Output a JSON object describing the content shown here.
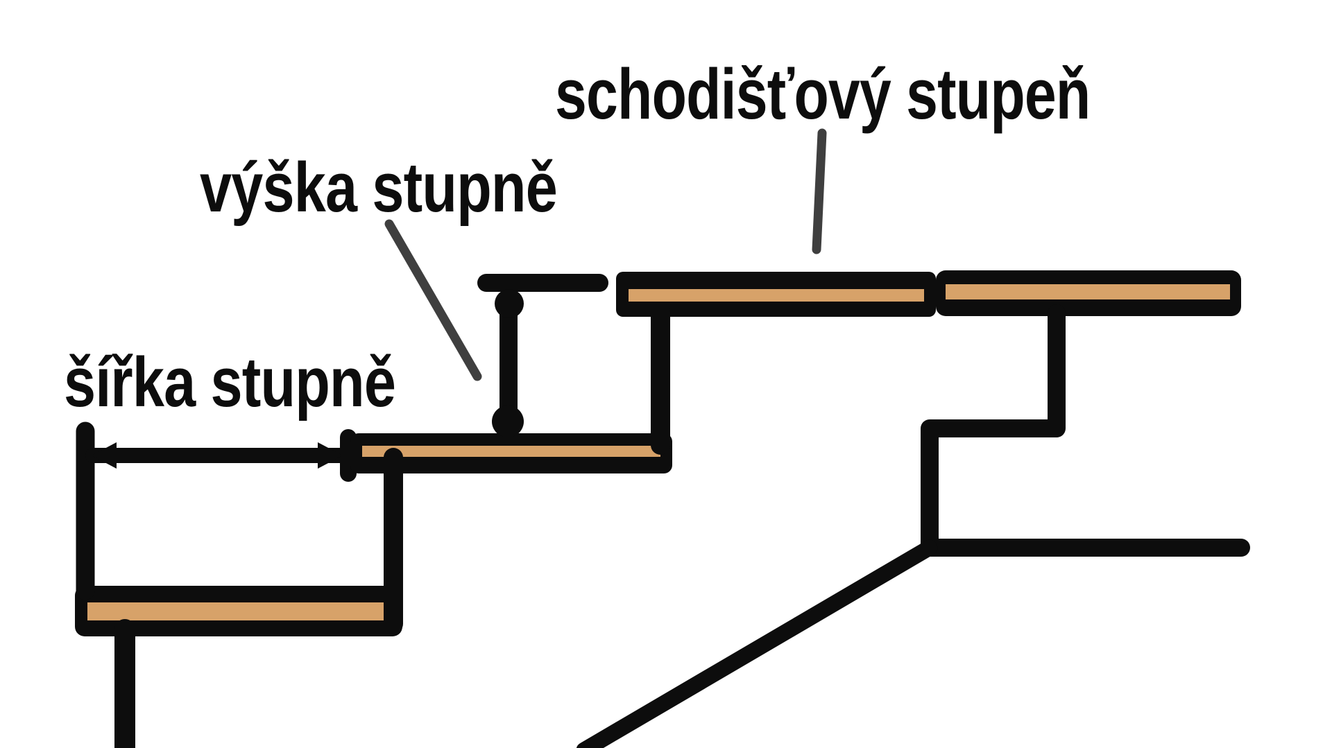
{
  "diagram": {
    "title_label": "schodišťový stupeň",
    "height_label": "výška stupně",
    "width_label": "šířka stupně"
  },
  "colors": {
    "ink": "#0d0d0d",
    "wood": "#d7a269",
    "pointer": "#3f3f3f",
    "background": "#ffffff"
  }
}
